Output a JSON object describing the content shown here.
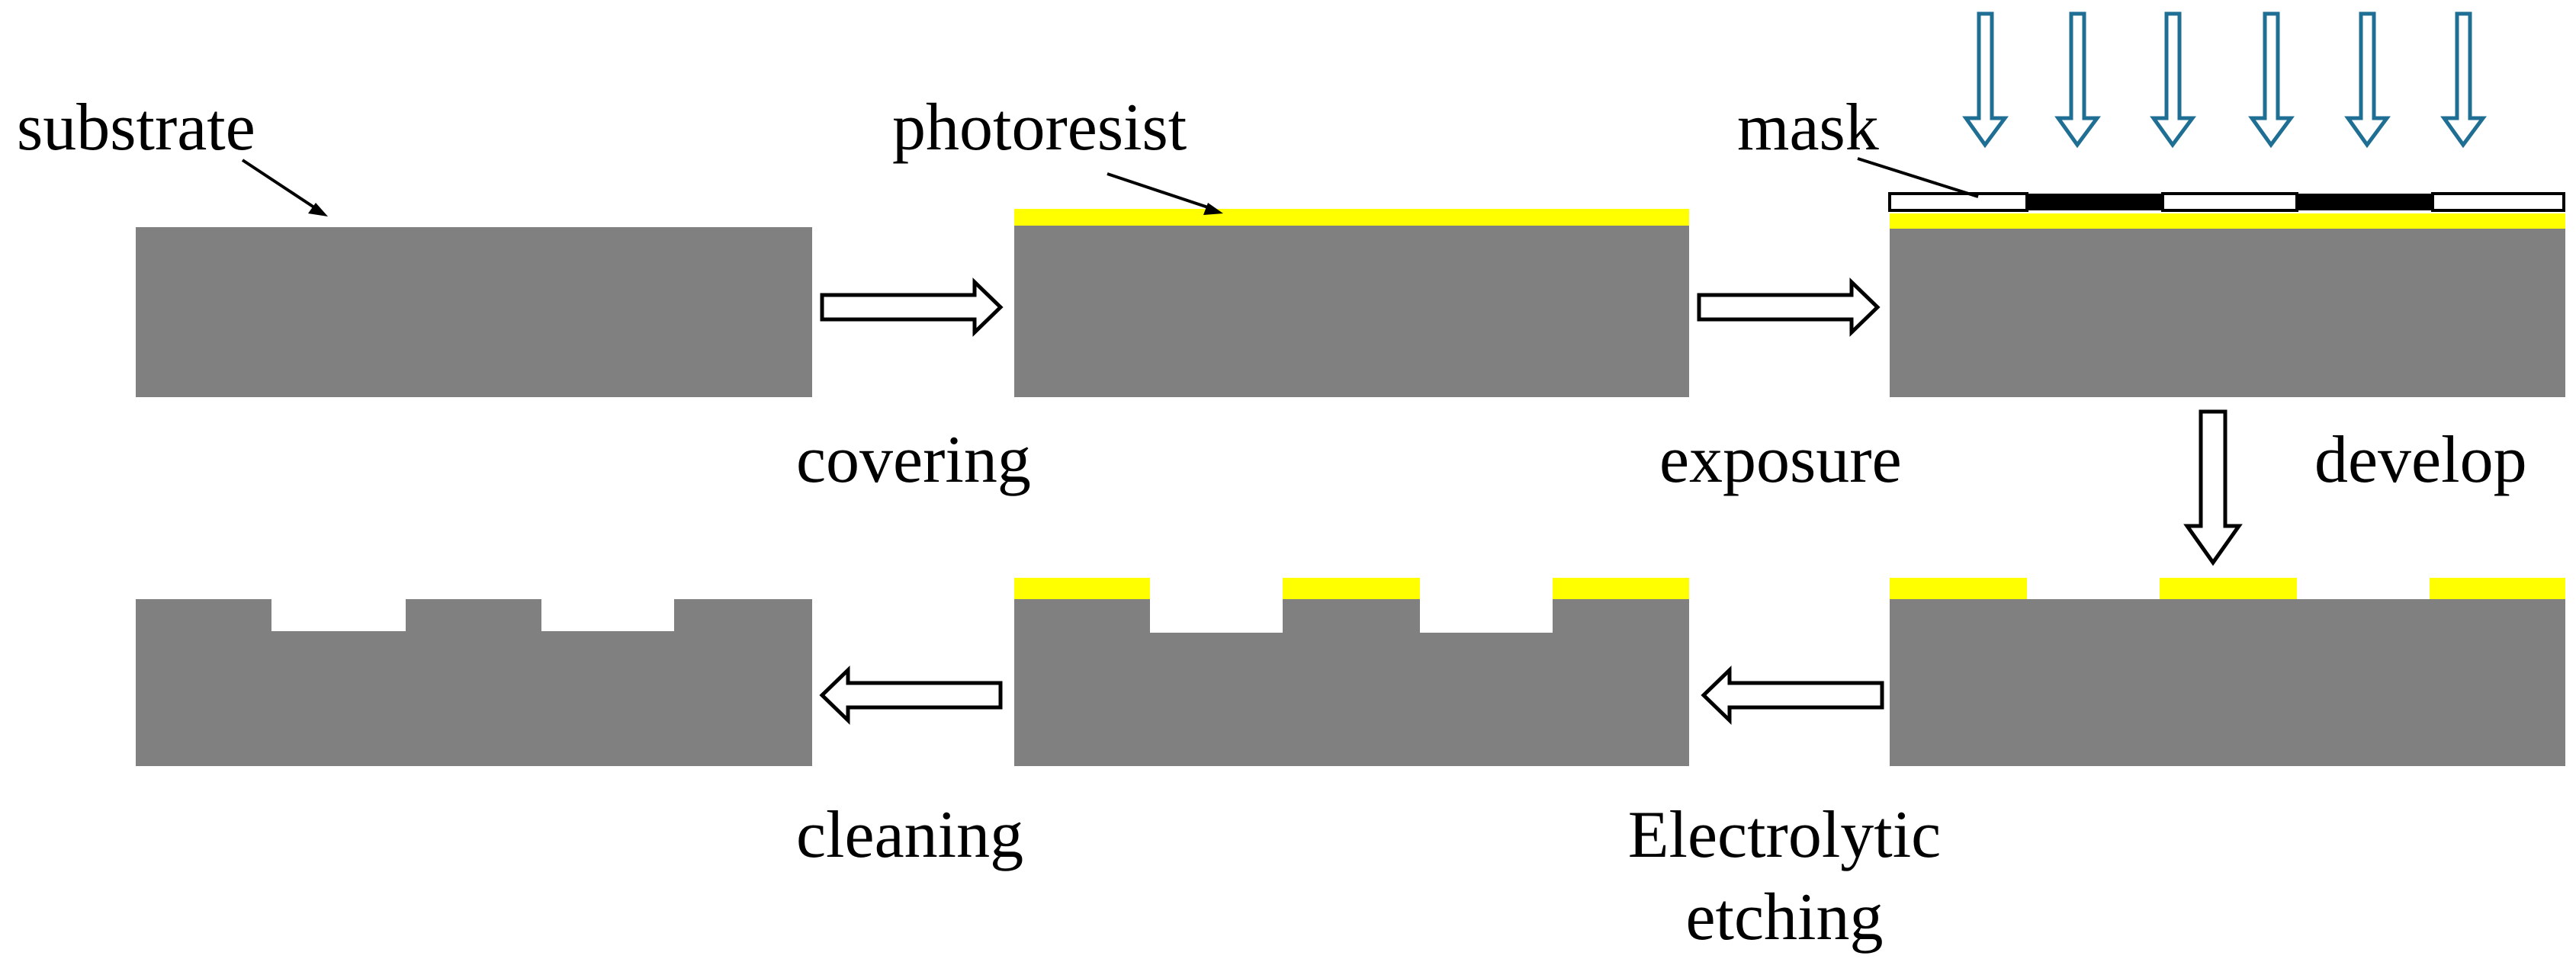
{
  "labels": {
    "substrate": "substrate",
    "photoresist": "photoresist",
    "mask": "mask",
    "covering": "covering",
    "exposure": "exposure",
    "develop": "develop",
    "cleaning": "cleaning",
    "electrolytic_line1": "Electrolytic",
    "electrolytic_line2": "etching"
  },
  "colors": {
    "substrate": "#808080",
    "photoresist": "#ffff00",
    "mask_dark": "#000000",
    "mask_clear": "#ffffff",
    "light_arrows": "#1f6e94",
    "process_arrows": "#000000"
  },
  "steps": [
    {
      "id": "substrate",
      "label": "substrate"
    },
    {
      "id": "covered",
      "label": "covering"
    },
    {
      "id": "exposed",
      "label": "exposure"
    },
    {
      "id": "developed",
      "label": "develop"
    },
    {
      "id": "etched",
      "label": "Electrolytic etching"
    },
    {
      "id": "cleaned",
      "label": "cleaning"
    }
  ]
}
